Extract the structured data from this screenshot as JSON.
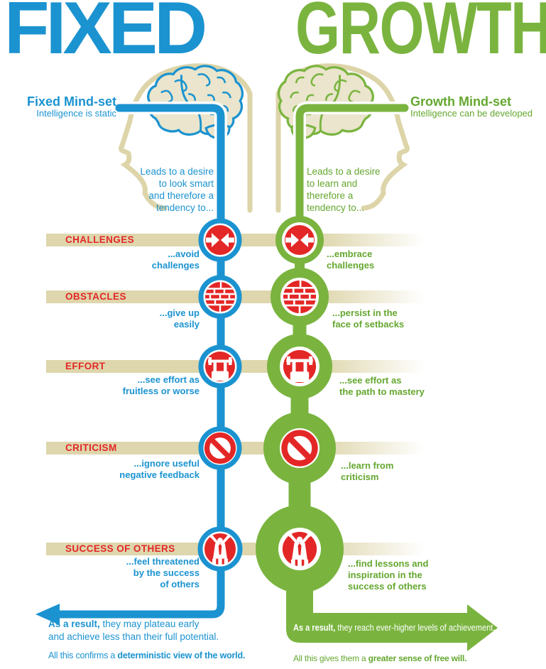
{
  "titles": {
    "left": "FIXED",
    "right": "GROWTH"
  },
  "mindsets": {
    "left": {
      "name": "Fixed Mind-set",
      "subtitle": "Intelligence is static",
      "leads": "Leads to a desire\nto look smart\nand therefore a\ntendency to..."
    },
    "right": {
      "name": "Growth Mind-set",
      "subtitle": "Intelligence can be developed",
      "leads": "Leads to a desire\nto learn and\ntherefore a\ntendency to..."
    }
  },
  "rows": [
    {
      "label": "CHALLENGES",
      "icon": "collide-arrows-icon",
      "left": "...avoid\nchallenges",
      "right": "...embrace\nchallenges"
    },
    {
      "label": "OBSTACLES",
      "icon": "brick-wall-icon",
      "left": "...give up\neasily",
      "right": "...persist in the\nface of setbacks"
    },
    {
      "label": "EFFORT",
      "icon": "weightlifter-icon",
      "left": "...see effort as\nfruitless or worse",
      "right": "...see effort as\nthe path to mastery"
    },
    {
      "label": "CRITICISM",
      "icon": "no-sign-icon",
      "left": "...ignore useful\nnegative feedback",
      "right": "...learn from\ncriticism"
    },
    {
      "label": "SUCCESS OF OTHERS",
      "icon": "winner-icon",
      "left": "...feel threatened\nby the success\nof others",
      "right": "...find lessons and\ninspiration in the\nsuccess of others"
    }
  ],
  "outcomes": {
    "left": {
      "result_bold": "As a result,",
      "result_rest": "  they may plateau early\nand achieve less than their full potential.",
      "conclusion_prefix": "All this confirms a ",
      "conclusion_bold": "deterministic view of the world."
    },
    "right": {
      "result_bold": "As a result,",
      "result_rest": " they reach ever-higher levels of achievement.",
      "conclusion_prefix": "All this gives them a ",
      "conclusion_bold": "greater sense of free will."
    }
  },
  "colors": {
    "blue": "#1b93d0",
    "green": "#7ab43f",
    "red": "#e32726",
    "beige_bar": "#ded6ac",
    "head_outline": "#ddd5a9",
    "brain_fill": "#eae5cc"
  }
}
